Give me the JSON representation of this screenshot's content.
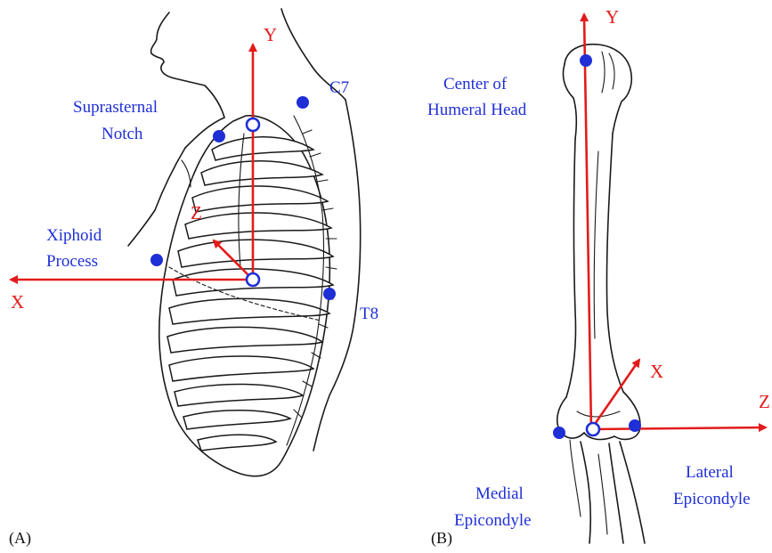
{
  "panels": {
    "a": {
      "panel_label": "(A)",
      "landmarks": {
        "suprasternal_notch_line1": "Suprasternal",
        "suprasternal_notch_line2": "Notch",
        "c7": "C7",
        "xiphoid_line1": "Xiphoid",
        "xiphoid_line2": "Process",
        "t8": "T8"
      },
      "axes": {
        "y": "Y",
        "x": "X",
        "z": "Z"
      }
    },
    "b": {
      "panel_label": "(B)",
      "landmarks": {
        "humeral_head_line1": "Center of",
        "humeral_head_line2": "Humeral Head",
        "medial_line1": "Medial",
        "medial_line2": "Epicondyle",
        "lateral_line1": "Lateral",
        "lateral_line2": "Epicondyle"
      },
      "axes": {
        "y": "Y",
        "x": "X",
        "z": "Z"
      }
    }
  },
  "colors": {
    "axis": "#e31b1b",
    "landmark": "#1f2fd6",
    "sketch": "#1a1a1a"
  }
}
